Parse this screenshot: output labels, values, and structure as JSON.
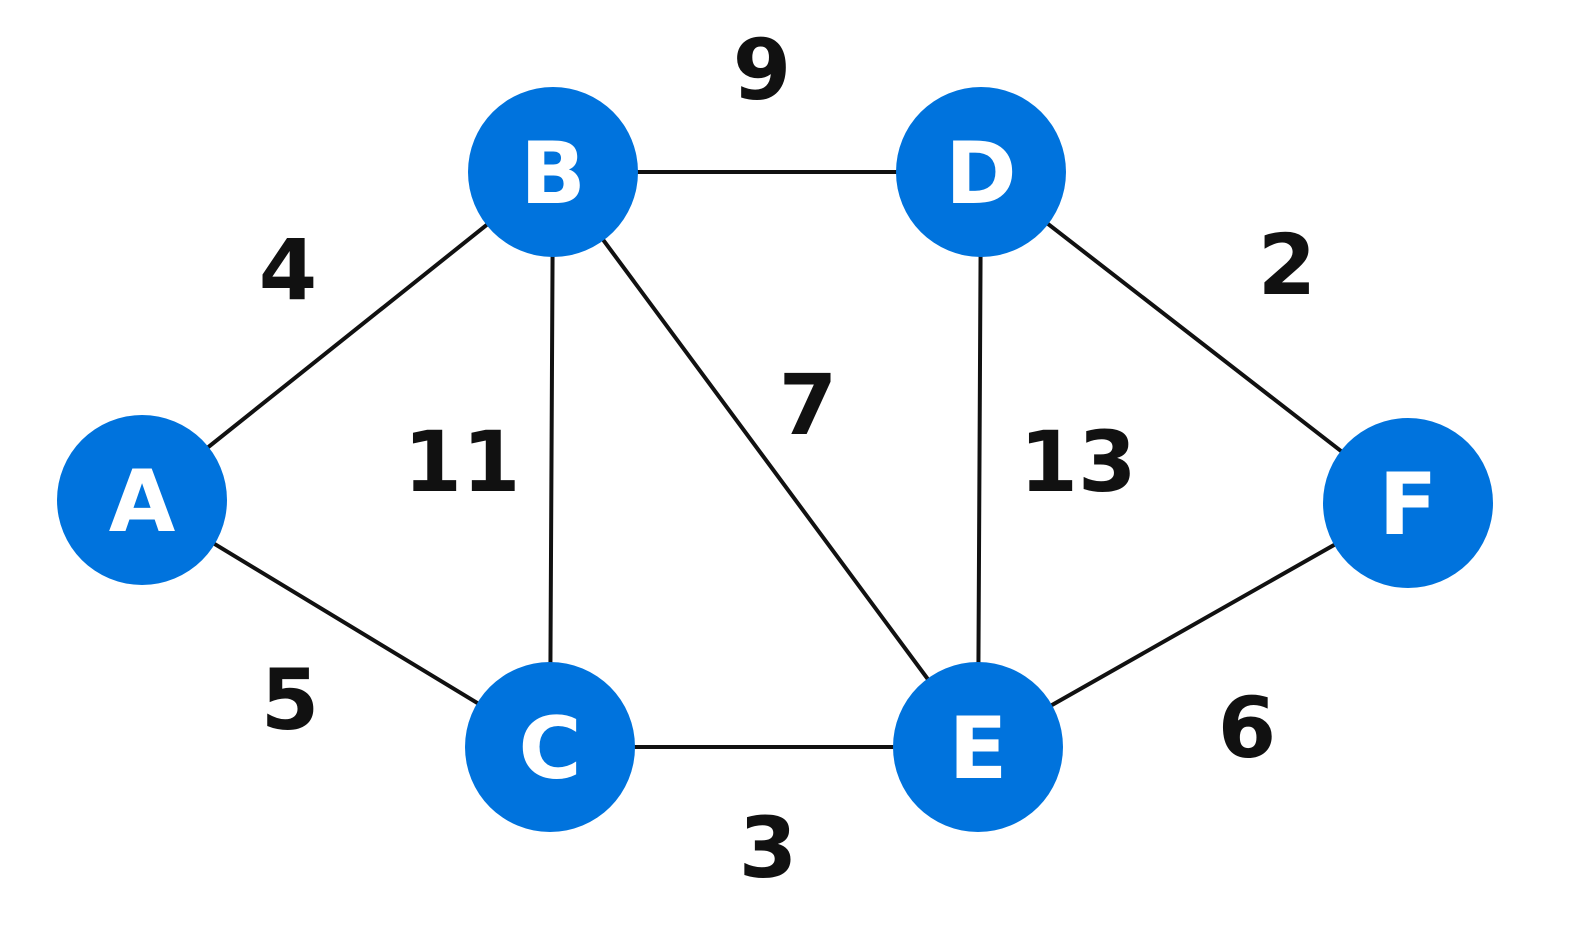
{
  "colors": {
    "node_fill": "#0073dd",
    "node_text": "#ffffff",
    "edge": "#111111",
    "weight_text": "#111111",
    "background": "#ffffff"
  },
  "nodes": [
    {
      "id": "A",
      "label": "A"
    },
    {
      "id": "B",
      "label": "B"
    },
    {
      "id": "C",
      "label": "C"
    },
    {
      "id": "D",
      "label": "D"
    },
    {
      "id": "E",
      "label": "E"
    },
    {
      "id": "F",
      "label": "F"
    }
  ],
  "edges": [
    {
      "from": "A",
      "to": "B",
      "weight": "4"
    },
    {
      "from": "A",
      "to": "C",
      "weight": "5"
    },
    {
      "from": "B",
      "to": "C",
      "weight": "11"
    },
    {
      "from": "B",
      "to": "D",
      "weight": "9"
    },
    {
      "from": "B",
      "to": "E",
      "weight": "7"
    },
    {
      "from": "C",
      "to": "E",
      "weight": "3"
    },
    {
      "from": "D",
      "to": "E",
      "weight": "13"
    },
    {
      "from": "D",
      "to": "F",
      "weight": "2"
    },
    {
      "from": "E",
      "to": "F",
      "weight": "6"
    }
  ]
}
